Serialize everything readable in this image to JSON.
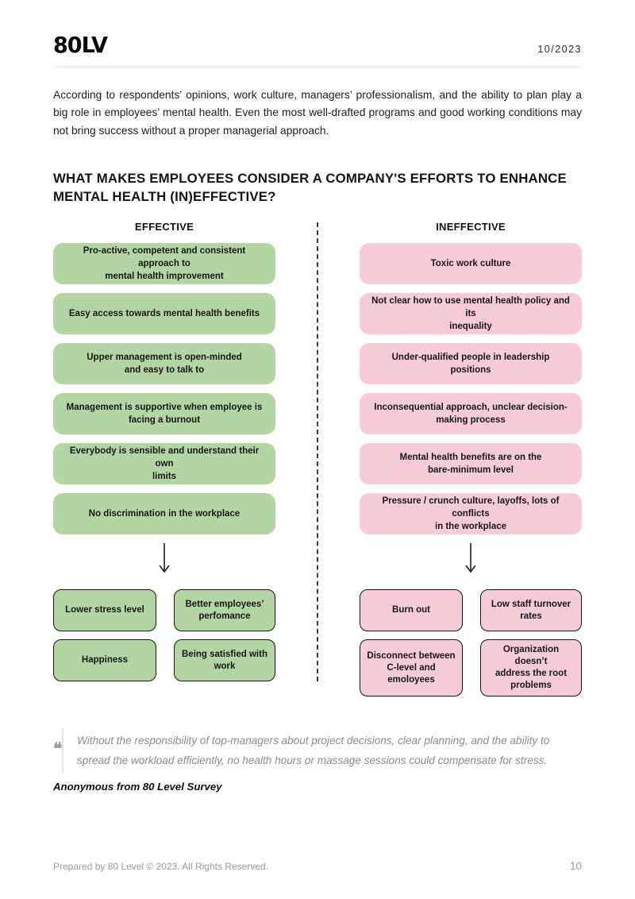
{
  "header": {
    "logo": "80LV",
    "date": "10/2023"
  },
  "intro": "According to respondents’ opinions, work culture, managers’ professionalism, and the ability to plan play a big role in employees’ mental health. Even the most well-drafted programs and good working conditions may not bring success without a proper managerial approach.",
  "section_title": "WHAT MAKES EMPLOYEES CONSIDER A COMPANY'S EFFORTS TO ENHANCE MENTAL HEALTH (IN)EFFECTIVE?",
  "diagram": {
    "colors": {
      "effective": "#b3d5a3",
      "ineffective": "#f8cbd9"
    },
    "columns": [
      {
        "label": "EFFECTIVE",
        "items": [
          "Pro-active, competent and consistent approach to\nmental health improvement",
          "Easy access towards mental health benefits",
          "Upper management is open-minded\nand easy to talk to",
          "Management is supportive when employee is\nfacing a burnout",
          "Everybody is sensible and understand their own\nlimits",
          "No discrimination in the workplace"
        ],
        "outcomes": [
          "Lower stress level",
          "Better employees’\nperfomance",
          "Happiness",
          "Being satisfied with\nwork"
        ]
      },
      {
        "label": "INEFFECTIVE",
        "items": [
          "Toxic work culture",
          "Not clear how to use mental health policy and its\ninequality",
          "Under-qualified people in leadership positions",
          "Inconsequential approach, unclear decision-\nmaking process",
          "Mental health benefits are on the\nbare-minimum level",
          "Pressure / crunch culture, layoffs, lots of conflicts\nin the workplace"
        ],
        "outcomes": [
          "Burn out",
          "Low staff turnover\nrates",
          "Disconnect between\nC-level and\nemoloyees",
          "Organization doesn’t\naddress the root\nproblems"
        ]
      }
    ]
  },
  "quote": {
    "mark": "❝",
    "text": "Without the responsibility of top-managers about project decisions, clear planning, and the ability to spread the workload efficiently, no health hours or massage sessions could compensate for stress.",
    "attribution": "Anonymous from 80 Level Survey"
  },
  "footer": {
    "copyright": "Prepared by 80 Level © 2023. All Rights Reserved.",
    "page_number": "10"
  }
}
